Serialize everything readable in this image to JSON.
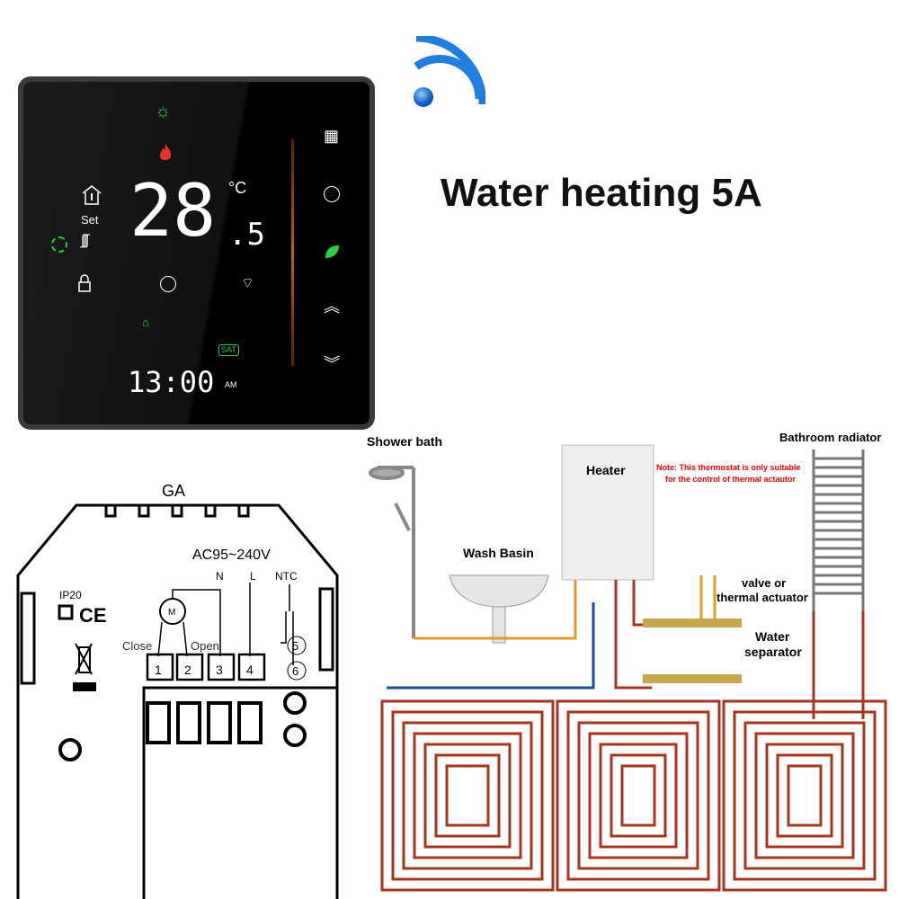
{
  "headline": "Water heating 5A",
  "thermostat": {
    "temperature_main": "28",
    "temperature_decimal": ".5",
    "unit": "°C",
    "set_label": "Set",
    "time": "13:00",
    "ampm": "AM",
    "day_badge": "SAT",
    "icons": [
      "sun-icon",
      "flame-icon",
      "house-thermometer-icon",
      "heating-icon",
      "eco-mode-icon",
      "lock-icon",
      "clock-icon",
      "wifi-icon",
      "away-mode-icon",
      "menu-grid-icon",
      "schedule-clock-icon",
      "leaf-icon",
      "chevron-up-icon",
      "chevron-down-icon"
    ],
    "colors": {
      "green": "#2ecc40",
      "flame": "#e8322a",
      "bar": "#c0601a"
    }
  },
  "wiring": {
    "model": "GA",
    "voltage": "AC95~240V",
    "neutral": "N",
    "live": "L",
    "sensor": "NTC",
    "rating": "IP20",
    "ce_mark": "CE",
    "close_label": "Close",
    "open_label": "Open",
    "motor_label": "M",
    "terminals": [
      "1",
      "2",
      "3",
      "4"
    ],
    "sensor_terminals": [
      "5",
      "6"
    ]
  },
  "plumbing": {
    "shower": "Shower bath",
    "heater": "Heater",
    "note_line1": "Note: This thermostat is only suitable",
    "note_line2": "for the control of thermal actautor",
    "radiator": "Bathroom radiator",
    "basin": "Wash Basin",
    "valve_line1": "valve or",
    "valve_line2": "thermal actuator",
    "separator_line1": "Water",
    "separator_line2": "separator"
  }
}
